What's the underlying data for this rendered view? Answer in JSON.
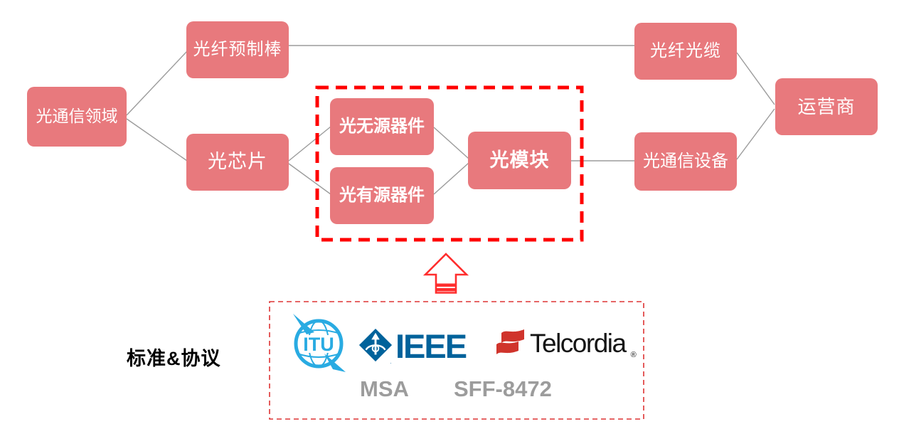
{
  "nodes": {
    "field": {
      "label": "光通信领域"
    },
    "preform": {
      "label": "光纤预制棒"
    },
    "chip": {
      "label": "光芯片"
    },
    "passive": {
      "label": "光无源器件"
    },
    "active": {
      "label": "光有源器件"
    },
    "module": {
      "label": "光模块"
    },
    "cable": {
      "label": "光纤光缆"
    },
    "equipment": {
      "label": "光通信设备"
    },
    "operator": {
      "label": "运营商"
    }
  },
  "standards": {
    "caption": "标准&协议",
    "itu_label": "ITU",
    "ieee_label": "IEEE",
    "telcordia_label": "Telcordia",
    "telcordia_registered": "®",
    "protocols": [
      "MSA",
      "SFF-8472"
    ]
  },
  "colors": {
    "node_fill": "#E8797D",
    "node_text": "#FFFFFF",
    "connector_gray": "#9B9B9B",
    "dashed_box_red": "#FF0000",
    "dotted_box_red": "#DD3333",
    "arrow_red": "#FF2E2E",
    "itu_blue": "#29ABE2",
    "ieee_blue": "#00629B",
    "telcordia_red": "#D0342C",
    "protocol_gray": "#9C9C9C",
    "caption_black": "#000000"
  }
}
